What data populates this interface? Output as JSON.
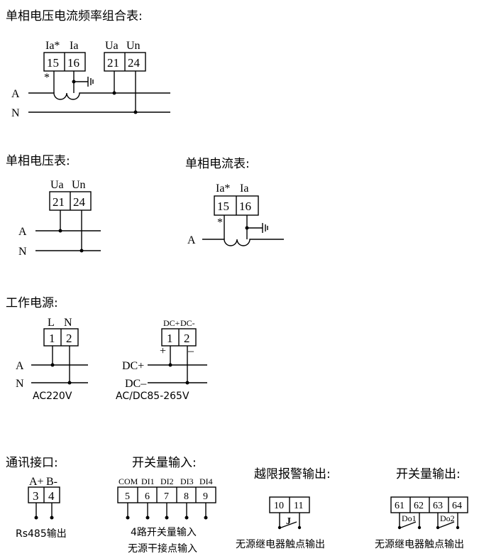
{
  "sections": {
    "combo": {
      "title": "单相电压电流频率组合表:",
      "current_labels": [
        "Ia*",
        "Ia"
      ],
      "current_pins": [
        "15",
        "16"
      ],
      "voltage_labels": [
        "Ua",
        "Un"
      ],
      "voltage_pins": [
        "21",
        "24"
      ],
      "star": "*",
      "lines": [
        "A",
        "N"
      ]
    },
    "voltmeter": {
      "title": "单相电压表:",
      "labels": [
        "Ua",
        "Un"
      ],
      "pins": [
        "21",
        "24"
      ],
      "lines": [
        "A",
        "N"
      ]
    },
    "ammeter": {
      "title": "单相电流表:",
      "labels": [
        "Ia*",
        "Ia"
      ],
      "pins": [
        "15",
        "16"
      ],
      "star": "*",
      "line": "A"
    },
    "power": {
      "title": "工作电源:",
      "ac": {
        "labels": [
          "L",
          "N"
        ],
        "pins": [
          "1",
          "2"
        ],
        "lines": [
          "A",
          "N"
        ],
        "caption": "AC220V"
      },
      "dc": {
        "labels": [
          "DC+",
          "DC-"
        ],
        "pins": [
          "1",
          "2"
        ],
        "polarity": [
          "+",
          "–"
        ],
        "lines": [
          "DC+",
          "DC–"
        ],
        "caption": "AC/DC85-265V"
      }
    },
    "comm": {
      "title": "通讯接口:",
      "labels": [
        "A+",
        "B-"
      ],
      "pins": [
        "3",
        "4"
      ],
      "caption": "Rs485输出"
    },
    "switch_input": {
      "title": "开关量输入:",
      "labels": [
        "COM",
        "DI1",
        "DI2",
        "DI3",
        "DI4"
      ],
      "pins": [
        "5",
        "6",
        "7",
        "8",
        "9"
      ],
      "caption1": "4路开关量输入",
      "caption2": "无源干接点输入"
    },
    "alarm": {
      "title": "越限报警输出:",
      "pins": [
        "10",
        "11"
      ],
      "relay": "J",
      "caption": "无源继电器触点输出"
    },
    "switch_output": {
      "title": "开关量输出:",
      "pins": [
        "61",
        "62",
        "63",
        "64"
      ],
      "relays": [
        "Do1",
        "Do2"
      ],
      "caption": "无源继电器触点输出"
    }
  }
}
